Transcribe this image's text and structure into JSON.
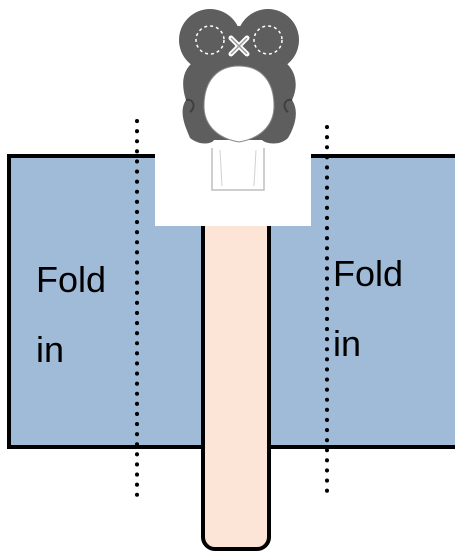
{
  "labels": {
    "left": [
      "Fold",
      "in"
    ],
    "right": [
      "Fold",
      "in"
    ]
  },
  "colors": {
    "paper": "#9fbbd8",
    "stick": "#fce4d6",
    "outline": "#000000",
    "hair": "#5e5e5e",
    "card": "#ffffff"
  }
}
